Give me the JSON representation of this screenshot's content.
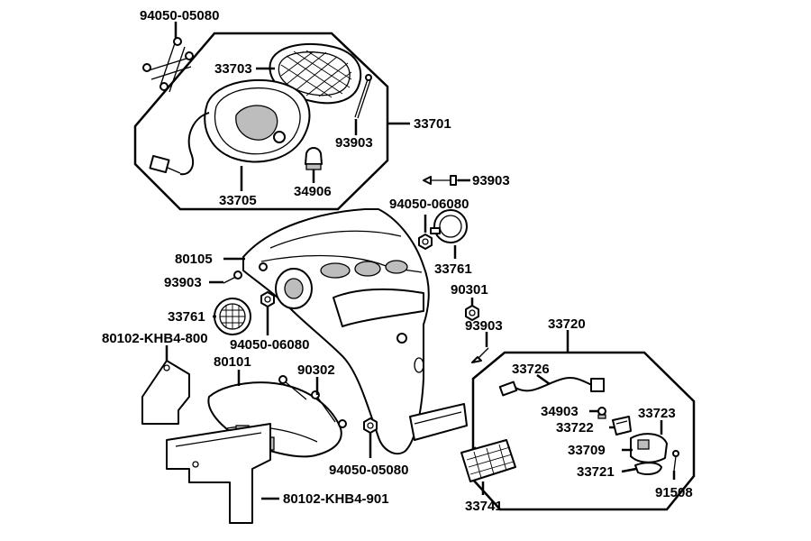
{
  "labels": {
    "p94050_05080_top": "94050-05080",
    "p33703": "33703",
    "p33701": "33701",
    "p93903_a": "93903",
    "p33705": "33705",
    "p34906": "34906",
    "p93903_b": "93903",
    "p94050_06080_a": "94050-06080",
    "p80105": "80105",
    "p33761_a": "33761",
    "p93903_c": "93903",
    "p90301": "90301",
    "p33761_b": "33761",
    "p93903_d": "93903",
    "p33720": "33720",
    "p94050_06080_b": "94050-06080",
    "p80102_khb4_800": "80102-KHB4-800",
    "p80101": "80101",
    "p90302": "90302",
    "p33726": "33726",
    "p34903": "34903",
    "p33723": "33723",
    "p33722": "33722",
    "p33709": "33709",
    "p33721": "33721",
    "p91508": "91508",
    "p94050_05080_bot": "94050-05080",
    "p33741": "33741",
    "p80102_khb4_901": "80102-KHB4-901"
  }
}
